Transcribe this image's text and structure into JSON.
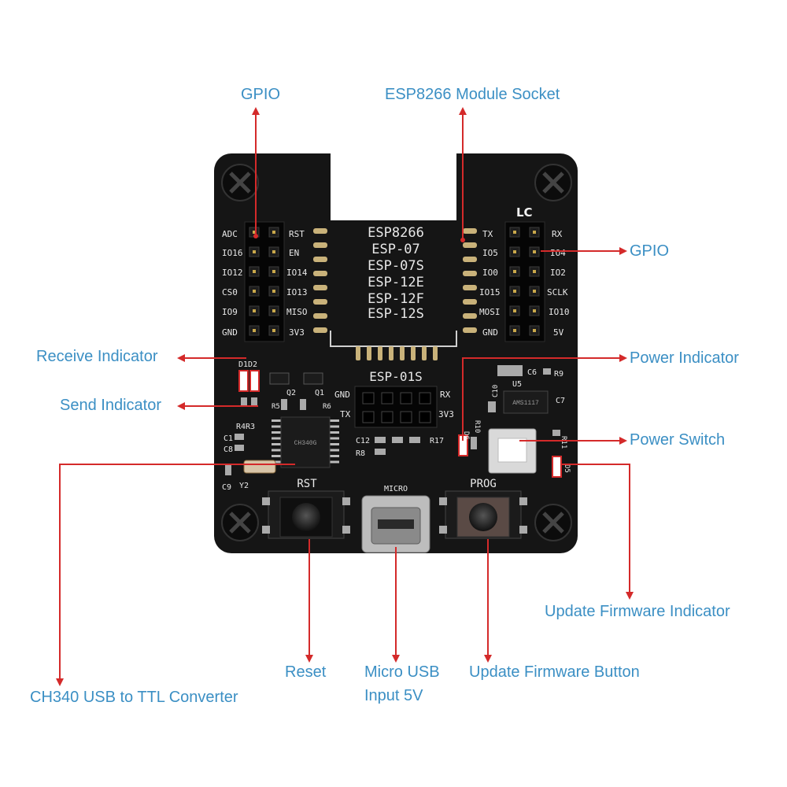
{
  "callouts": {
    "gpio_top": "GPIO",
    "module_socket": "ESP8266 Module Socket",
    "gpio_right": "GPIO",
    "receive_indicator": "Receive Indicator",
    "power_indicator": "Power Indicator",
    "send_indicator": "Send Indicator",
    "power_switch": "Power Switch",
    "update_fw_indicator": "Update Firmware Indicator",
    "reset": "Reset",
    "micro_usb_line1": "Micro USB",
    "micro_usb_line2": "Input 5V",
    "update_fw_button": "Update Firmware Button",
    "ch340": "CH340 USB to TTL Converter"
  },
  "board": {
    "logo": "LC",
    "module_names": [
      "ESP8266",
      "ESP-07",
      "ESP-07S",
      "ESP-12E",
      "ESP-12F",
      "ESP-12S"
    ],
    "esp01s_label": "ESP-01S",
    "left_header_outer": [
      "ADC",
      "IO16",
      "IO12",
      "CS0",
      "IO9",
      "GND"
    ],
    "left_header_inner": [
      "RST",
      "EN",
      "IO14",
      "IO13",
      "MISO",
      "3V3"
    ],
    "right_header_inner": [
      "TX",
      "IO5",
      "IO0",
      "IO15",
      "MOSI",
      "GND"
    ],
    "right_header_outer": [
      "RX",
      "IO4",
      "IO2",
      "SCLK",
      "IO10",
      "5V"
    ],
    "esp01_pins": {
      "gnd": "GND",
      "rx": "RX",
      "tx": "TX",
      "v33": "3V3"
    },
    "components": {
      "d1d2": "D1D2",
      "r4r3": "R4R3",
      "q2": "Q2",
      "q1": "Q1",
      "r5": "R5",
      "r6": "R6",
      "c1": "C1",
      "c8": "C8",
      "c9": "C9",
      "y2": "Y2",
      "c12": "C12",
      "r8": "R8",
      "r17": "R17",
      "c6": "C6",
      "r9": "R9",
      "c10": "C10",
      "u5": "U5",
      "c7": "C7",
      "d6": "D6",
      "r10": "R10",
      "r11": "R11",
      "d5": "D5",
      "micro": "MICRO"
    },
    "button_rst": "RST",
    "button_prog": "PROG"
  },
  "colors": {
    "callout_text": "#3b8fc4",
    "arrow": "#d42a2a",
    "pcb": "#151515",
    "silkscreen": "#e8e8e8"
  }
}
